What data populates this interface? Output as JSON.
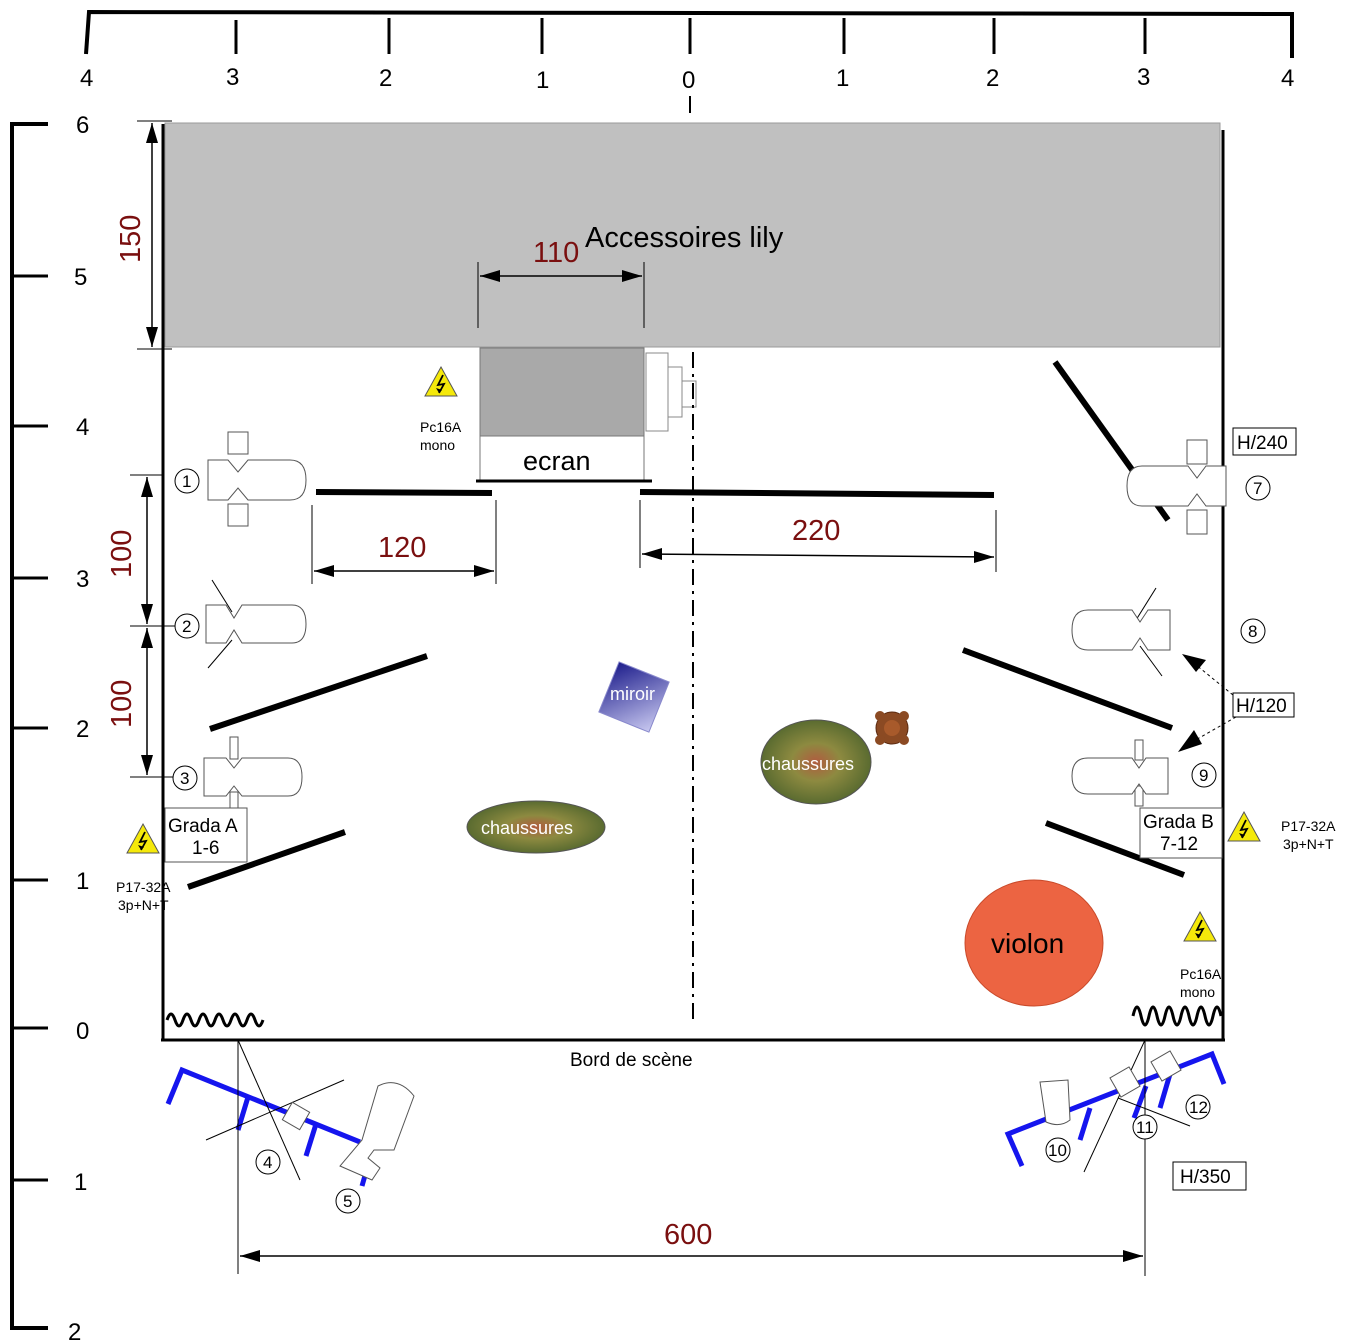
{
  "top_ruler": {
    "ticks": [
      "4",
      "3",
      "2",
      "1",
      "0",
      "1",
      "2",
      "3",
      "4"
    ]
  },
  "left_ruler": {
    "ticks": [
      "6",
      "5",
      "4",
      "3",
      "2",
      "1",
      "0",
      "1",
      "2"
    ]
  },
  "zones": {
    "backstage_label": "Accessoires lily",
    "screen_label": "ecran",
    "stage_edge_label": "Bord de scène",
    "mirror_label": "miroir",
    "shoes_left_label": "chaussures",
    "shoes_right_label": "chaussures",
    "violin_label": "violon"
  },
  "dimensions": {
    "backstage_depth": "150",
    "screen_width": "110",
    "left_gap": "120",
    "right_gap": "220",
    "left_spacing_1": "100",
    "left_spacing_2": "100",
    "stage_width": "600"
  },
  "heights": {
    "h240": "H/240",
    "h120": "H/120",
    "h350": "H/350"
  },
  "power": {
    "pc_top_line1": "Pc16A",
    "pc_top_line2": "mono",
    "pc_bottom_line1": "Pc16A",
    "pc_bottom_line2": "mono",
    "p17_left_line1": "P17-32A",
    "p17_left_line2": "3p+N+T",
    "p17_right_line1": "P17-32A",
    "p17_right_line2": "3p+N+T"
  },
  "dimmers": {
    "a_line1": "Grada A",
    "a_line2": "1-6",
    "b_line1": "Grada B",
    "b_line2": "7-12"
  },
  "fixtures": [
    "1",
    "2",
    "3",
    "4",
    "5",
    "7",
    "8",
    "9",
    "10",
    "11",
    "12"
  ],
  "colors": {
    "backstage": "#c0c0c0",
    "screen": "#a9a9a9",
    "dimension": "#7a0f0f",
    "truss": "#1515ee",
    "violin": "#ec6442",
    "shoes": "#6f6f38",
    "mirror": "#4848b0",
    "warning": "#f5e90a"
  }
}
